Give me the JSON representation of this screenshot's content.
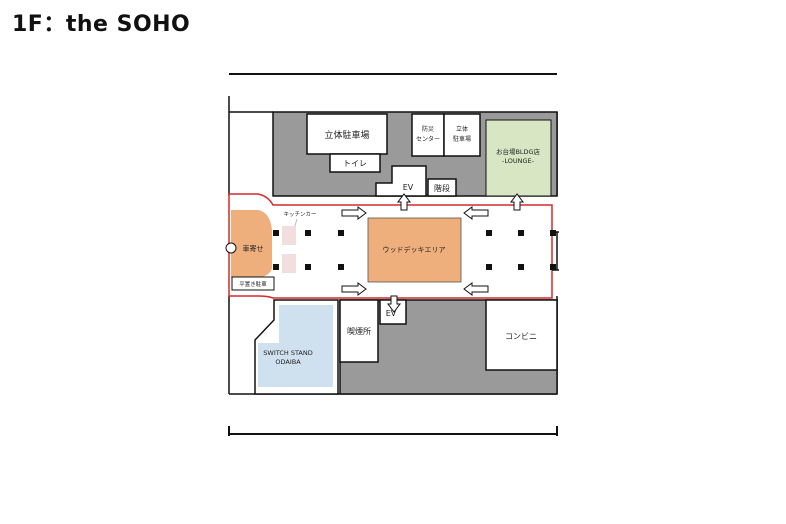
{
  "title": "1F：the SOHO",
  "labels": {
    "parking_garage": "立体駐車場",
    "toilet": "トイレ",
    "disaster_center_line1": "防災",
    "disaster_center_line2": "センター",
    "parking_small_line1": "立体",
    "parking_small_line2": "駐車場",
    "lounge_line1": "お台場BLDG店",
    "lounge_line2": "-LOUNGE-",
    "ev_top": "EV",
    "stairs": "階段",
    "kitchen_car": "キッチンカー",
    "car_shelter": "車寄せ",
    "bicycle_parking": "平置き駐車",
    "wood_deck": "ウッドデッキエリア",
    "smoking_area": "喫煙所",
    "ev_bottom": "EV",
    "switch_stand_line1": "SWITCH STAND",
    "switch_stand_line2": "ODAIBA",
    "convenience_store": "コンビニ"
  },
  "colors": {
    "building_gray": "#9a9a9a",
    "wood_deck": "#eeaf7c",
    "car_shelter": "#eeaf7c",
    "lounge_green": "#d8e6c4",
    "switch_stand_blue": "#cfe0ee",
    "kitchen_pink": "#f2dede",
    "outline_red": "#d42a2a",
    "line_black": "#111111"
  }
}
